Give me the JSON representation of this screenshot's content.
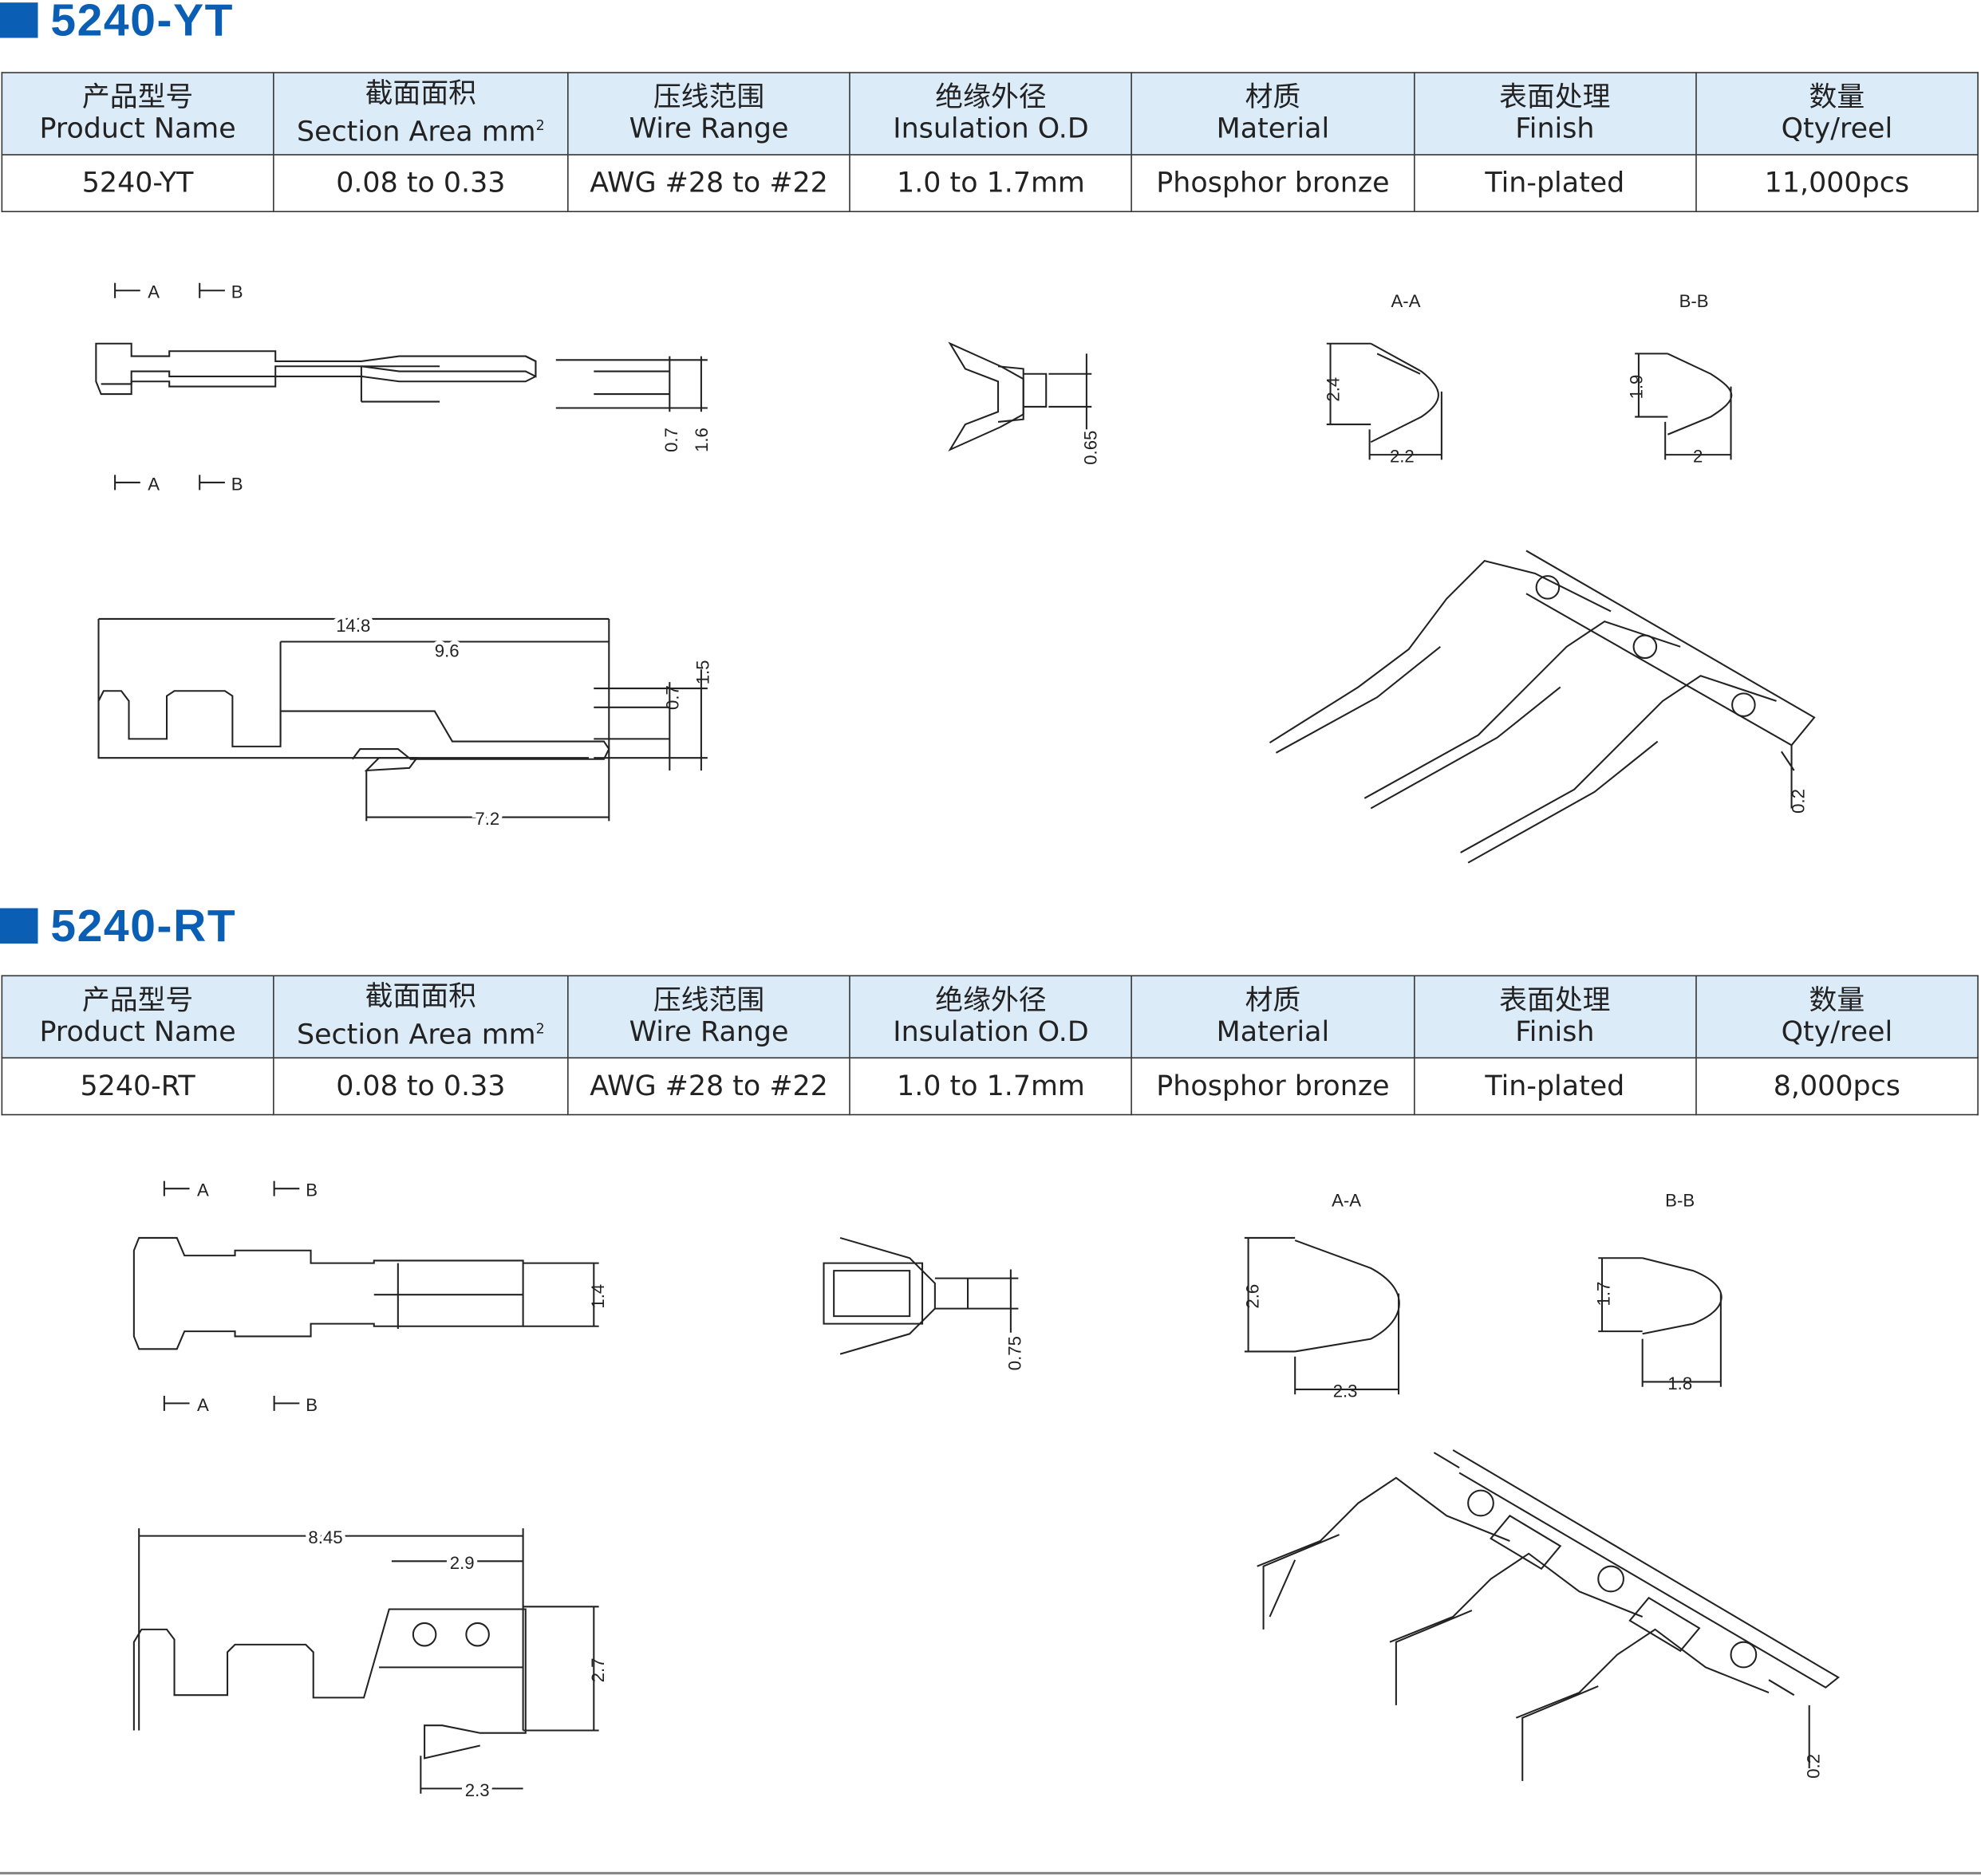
{
  "headers": [
    {
      "zh": "产品型号",
      "en": "Product Name"
    },
    {
      "zh": "截面面积",
      "en": "Section Area mm",
      "sup": "2"
    },
    {
      "zh": "压线范围",
      "en": "Wire Range"
    },
    {
      "zh": "绝缘外径",
      "en": "Insulation O.D"
    },
    {
      "zh": "材质",
      "en": "Material"
    },
    {
      "zh": "表面处理",
      "en": "Finish"
    },
    {
      "zh": "数量",
      "en": "Qty/reel"
    }
  ],
  "sections": [
    {
      "title": "5240-YT",
      "row": [
        "5240-YT",
        "0.08 to 0.33",
        "AWG #28 to #22",
        "1.0 to 1.7mm",
        "Phosphor bronze",
        "Tin-plated",
        "11,000pcs"
      ],
      "dims": {
        "a": "A",
        "b": "B",
        "d1": "0.7",
        "d2": "1.6",
        "d3": "0.65",
        "aa": "A-A",
        "bb": "B-B",
        "aa_h": "2.4",
        "aa_w": "2.2",
        "bb_h": "1.9",
        "bb_w": "2",
        "len": "14.8",
        "len2": "9.6",
        "s1": "0.7",
        "s2": "1.5",
        "s3": "7.2",
        "t": "0.2"
      }
    },
    {
      "title": "5240-RT",
      "row": [
        "5240-RT",
        "0.08 to 0.33",
        "AWG #28 to #22",
        "1.0 to 1.7mm",
        "Phosphor bronze",
        "Tin-plated",
        "8,000pcs"
      ],
      "dims": {
        "a": "A",
        "b": "B",
        "d1": "1.4",
        "d3": "0.75",
        "aa": "A-A",
        "bb": "B-B",
        "aa_h": "2.6",
        "aa_w": "2.3",
        "bb_h": "1.7",
        "bb_w": "1.8",
        "len": "8.45",
        "len2": "2.9",
        "s2": "2.7",
        "s3": "2.3",
        "t": "0.2"
      }
    }
  ]
}
